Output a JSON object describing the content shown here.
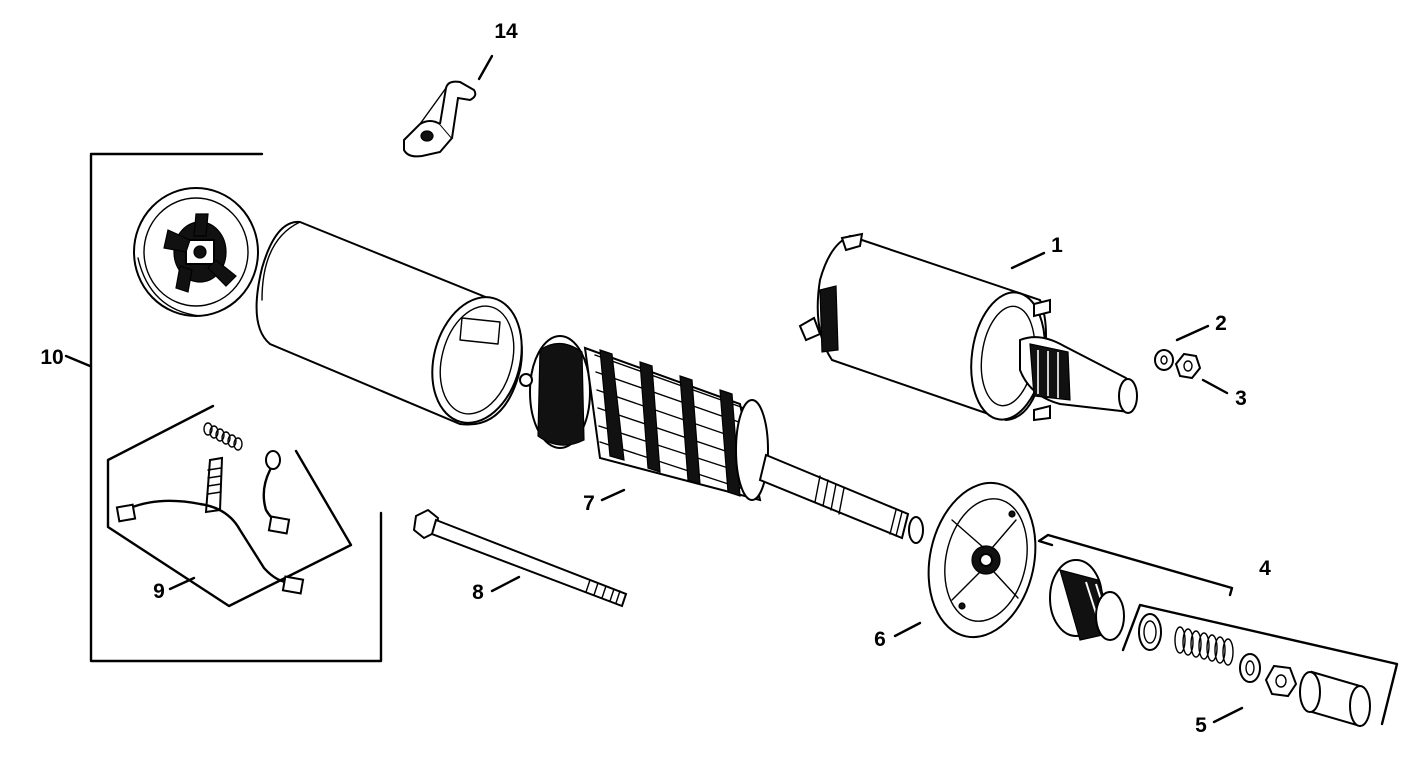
{
  "callouts": {
    "part_1": "1",
    "part_2": "2",
    "part_3": "3",
    "part_4": "4",
    "part_5": "5",
    "part_6": "6",
    "part_7": "7",
    "part_8": "8",
    "part_9": "9",
    "part_10": "10",
    "part_14": "14"
  }
}
